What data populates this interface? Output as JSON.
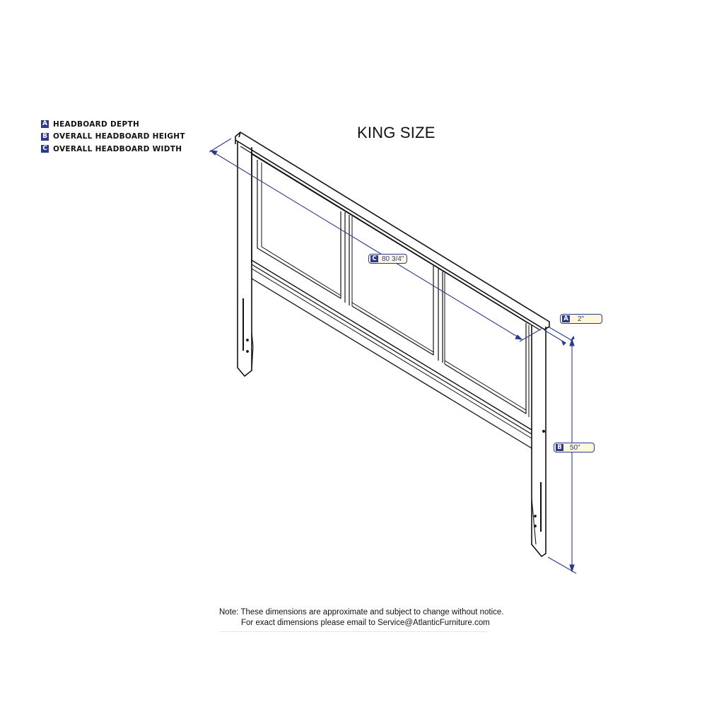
{
  "legend": {
    "items": [
      {
        "letter": "A",
        "label": "HEADBOARD DEPTH"
      },
      {
        "letter": "B",
        "label": "OVERALL HEADBOARD HEIGHT"
      },
      {
        "letter": "C",
        "label": "OVERALL HEADBOARD WIDTH"
      }
    ]
  },
  "title": "KING SIZE",
  "dimensions": {
    "width": {
      "letter": "C",
      "value": "80 3/4\""
    },
    "depth": {
      "letter": "A",
      "value": "2\""
    },
    "height": {
      "letter": "B",
      "value": "50\""
    }
  },
  "note": {
    "line1": "Note:  These dimensions are approximate and subject to change without notice.",
    "line2": "For exact dimensions please email to Service@AtlanticFurniture.com"
  },
  "colors": {
    "dimension_line": "#2d3a8c",
    "tag_fill": "#fdf8dc",
    "outline": "#111111"
  }
}
